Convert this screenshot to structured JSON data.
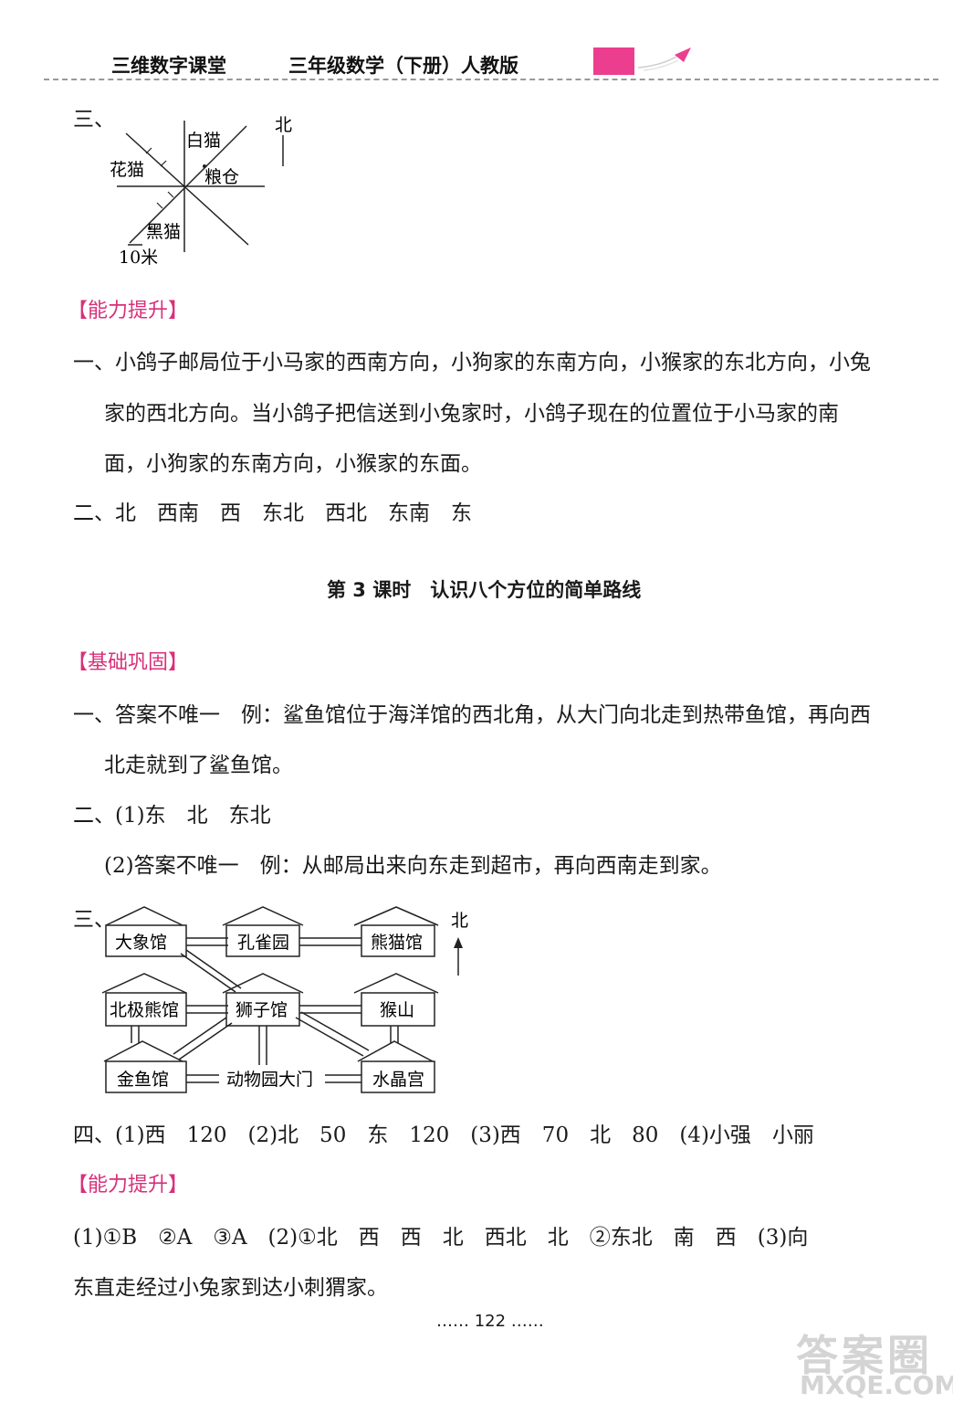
{
  "header": {
    "brand": "三维数字课堂",
    "book": "三年级数学（下册）人教版"
  },
  "part_a": {
    "q3_num": "三、",
    "diagram": {
      "north": "北",
      "white_cat": "白猫",
      "flower_cat": "花猫",
      "granary": "粮仓",
      "black_cat": "黑猫",
      "scale": "10米"
    },
    "section": "【能力提升】",
    "q1_line1": "一、小鸽子邮局位于小马家的西南方向，小狗家的东南方向，小猴家的东北方向，小兔",
    "q1_line2": "家的西北方向。当小鸽子把信送到小兔家时，小鸽子现在的位置位于小马家的南",
    "q1_line3": "面，小狗家的东南方向，小猴家的东面。",
    "q2": "二、北　西南　西　东北　西北　东南　东"
  },
  "lesson": {
    "title": "第 3 课时　认识八个方位的简单路线",
    "section1": "【基础巩固】",
    "q1_line1": "一、答案不唯一　例：鲨鱼馆位于海洋馆的西北角，从大门向北走到热带鱼馆，再向西",
    "q1_line2": "北走就到了鲨鱼馆。",
    "q2_line1": "二、(1)东　北　东北",
    "q2_line2": "(2)答案不唯一　例：从邮局出来向东走到超市，再向西南走到家。",
    "q3_num": "三、",
    "zoo": {
      "north": "北",
      "elephant": "大象馆",
      "peacock": "孔雀园",
      "panda": "熊猫馆",
      "polar_bear": "北极熊馆",
      "lion": "狮子馆",
      "monkey": "猴山",
      "goldfish": "金鱼馆",
      "gate": "动物园大门",
      "crystal": "水晶宫"
    },
    "q4": "四、(1)西　120　(2)北　50　东　120　(3)西　70　北　80　(4)小强　小丽",
    "section2": "【能力提升】",
    "ap_line1": "(1)①B　②A　③A　(2)①北　西　西　北　西北　北　②东北　南　西　(3)向",
    "ap_line2": "东直走经过小兔家到达小刺猬家。"
  },
  "footer": {
    "page_number": "…… 122 ……",
    "watermark_top": "答案圈",
    "watermark_bottom": "MXQE.COM"
  }
}
